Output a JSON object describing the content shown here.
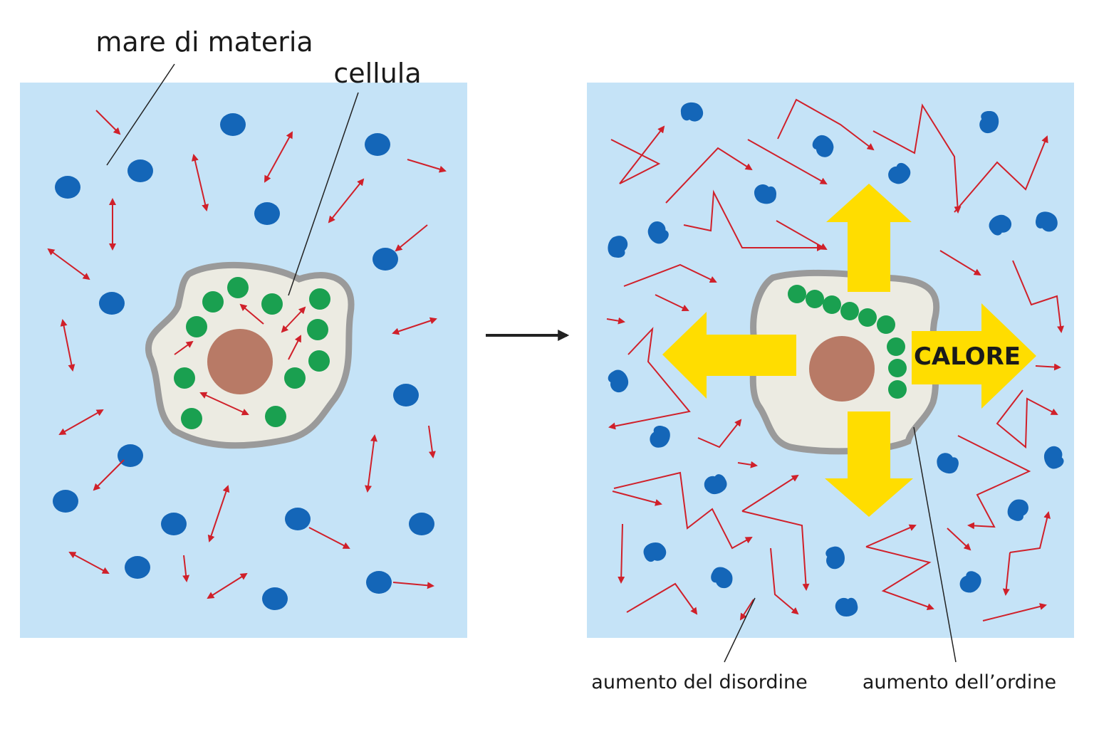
{
  "labels": {
    "sea": "mare di materia",
    "cell": "cellula",
    "heat": "CALORE",
    "disorder": "aumento del disordine",
    "order": "aumento dell’ordine"
  },
  "colors": {
    "background_panel": "#c5e3f7",
    "molecule": "#1466b8",
    "motion_arrow": "#d0202a",
    "cell_fill": "#ecebe2",
    "cell_outline": "#9a9a9a",
    "nucleus": "#b87a66",
    "organelle": "#1aa050",
    "heat_arrow": "#ffdd00",
    "transition_arrow": "#222222"
  }
}
